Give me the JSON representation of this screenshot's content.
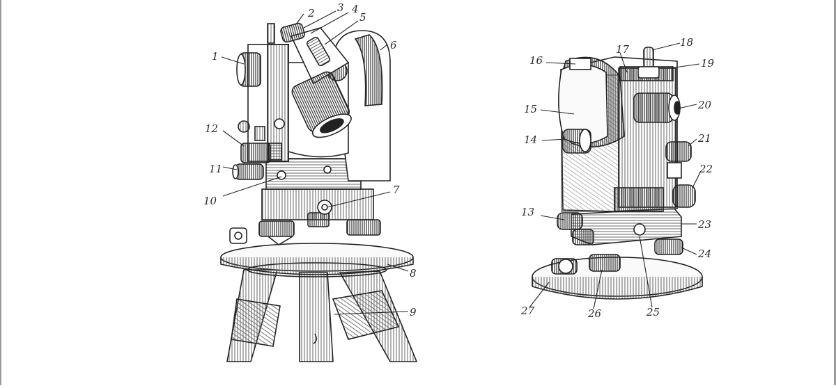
{
  "figure": {
    "left_instrument_callouts": [
      "1",
      "2",
      "3",
      "4",
      "5",
      "6",
      "7",
      "8",
      "9",
      "10",
      "11",
      "12"
    ],
    "right_instrument_callouts": [
      "13",
      "14",
      "15",
      "16",
      "17",
      "18",
      "19",
      "20",
      "21",
      "22",
      "23",
      "24",
      "25",
      "26",
      "27"
    ]
  }
}
